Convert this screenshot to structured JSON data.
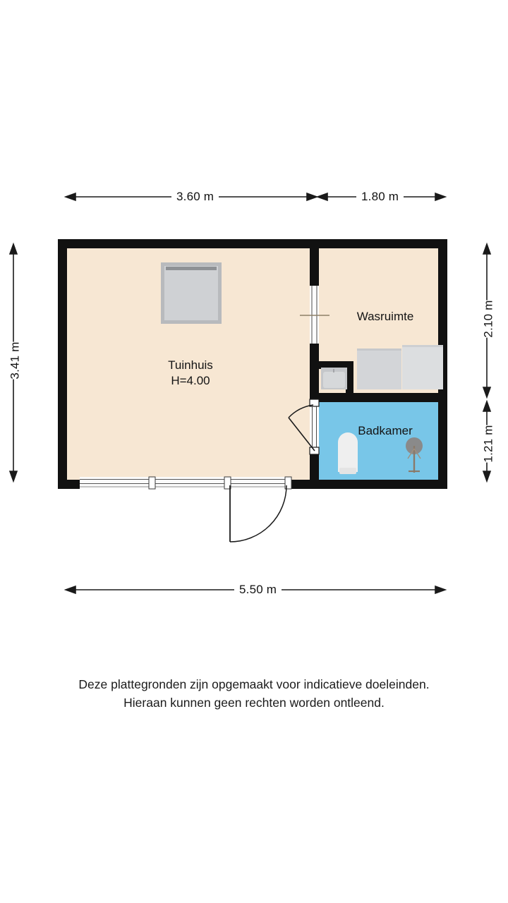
{
  "document": {
    "type": "floor-plan",
    "title": "Tuinhuis plattegrond"
  },
  "colors": {
    "wall": "#111111",
    "floor_main": "#f7e7d3",
    "floor_bathroom": "#78c6e8",
    "fixture_grey": "#d3d5d8",
    "fixture_dark": "#8a8a8a",
    "fixture_white": "#f1f1f1",
    "window_glass": "#fefefe",
    "dimension_line": "#1a1a1a",
    "text": "#141414",
    "background": "#ffffff"
  },
  "dimensions": {
    "top_left": "3.60 m",
    "top_right": "1.80 m",
    "left": "3.41 m",
    "right_upper": "2.10 m",
    "right_lower": "1.21 m",
    "bottom": "5.50 m"
  },
  "rooms": [
    {
      "id": "tuinhuis",
      "name": "Tuinhuis",
      "height_label": "H=4.00",
      "floor": "#f7e7d3"
    },
    {
      "id": "wasruimte",
      "name": "Wasruimte",
      "height_label": "",
      "floor": "#f7e7d3"
    },
    {
      "id": "badkamer",
      "name": "Badkamer",
      "height_label": "",
      "floor": "#78c6e8"
    }
  ],
  "fixtures": [
    {
      "id": "table",
      "label": "square-table",
      "room": "tuinhuis"
    },
    {
      "id": "washer-1",
      "label": "washing-machine",
      "room": "wasruimte"
    },
    {
      "id": "washer-2",
      "label": "dryer",
      "room": "wasruimte"
    },
    {
      "id": "sink",
      "label": "washbasin",
      "room": "badkamer"
    },
    {
      "id": "toilet",
      "label": "toilet",
      "room": "badkamer"
    },
    {
      "id": "shower-drain",
      "label": "shower-head",
      "room": "badkamer"
    }
  ],
  "openings": [
    {
      "id": "front-door",
      "label": "entrance-door"
    },
    {
      "id": "bathroom-door",
      "label": "bathroom-door"
    },
    {
      "id": "partition-window",
      "label": "interior-window"
    },
    {
      "id": "sliding-glass",
      "label": "sliding-glass-wall"
    }
  ],
  "footer": {
    "line1": "Deze plattegronden zijn opgemaakt voor indicatieve doeleinden.",
    "line2": "Hieraan kunnen geen rechten worden ontleend."
  }
}
